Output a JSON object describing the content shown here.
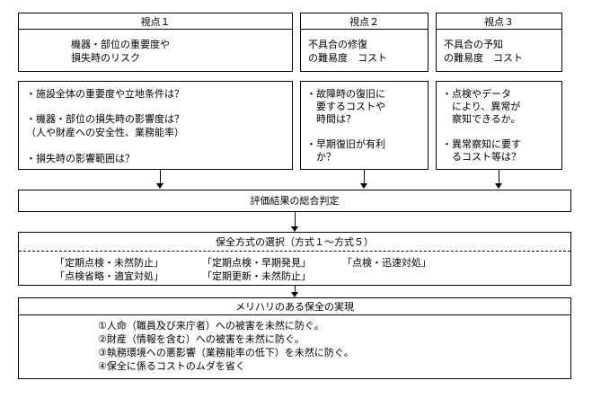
{
  "viewpoints": [
    {
      "title": "視点１",
      "subtitle": [
        "機器・部位の重要度や",
        "損失時のリスク"
      ],
      "questions": [
        "・施設全体の重要度や立地条件は？",
        "",
        "・機器・部位の損失時の影響度は？",
        "（人や財産への安全性、業務能率）",
        "",
        "・損失時の影響範囲は？"
      ]
    },
    {
      "title": "視点２",
      "subtitle": [
        "不具合の修復",
        "の難易度　コスト"
      ],
      "questions": [
        "・故障時の復旧に",
        "　要するコストや",
        "　時間は？",
        "",
        "・早期復旧が有利",
        "　か？"
      ]
    },
    {
      "title": "視点３",
      "subtitle": [
        "不具合の予知",
        "の難易度　コスト"
      ],
      "questions": [
        "・点検やデータ",
        "　により、異常が",
        "　察知できるか。",
        "",
        "・異常察知に要す",
        "　るコスト等は？"
      ]
    }
  ],
  "evaluation": "評価結果の総合判定",
  "selection": {
    "title": "保全方式の選択（方式１～方式５）",
    "methods_row1": [
      "「定期点検・未然防止」",
      "「定期点検・早期発見」",
      "「点検・迅速対処」"
    ],
    "methods_row2": [
      "「点検省略・適宜対処」",
      "「定期更新・未然防止」"
    ]
  },
  "realization": {
    "title": "メリハリのある保全の実現",
    "items": [
      "①人命（職員及び来庁者）への被害を未然に防ぐ。",
      "②財産（情報を含む）への被害を未然に防ぐ。",
      "③執務環境への悪影響（業務能率の低下）を未然に防ぐ。",
      "④保全に係るコストのムダを省く"
    ]
  }
}
